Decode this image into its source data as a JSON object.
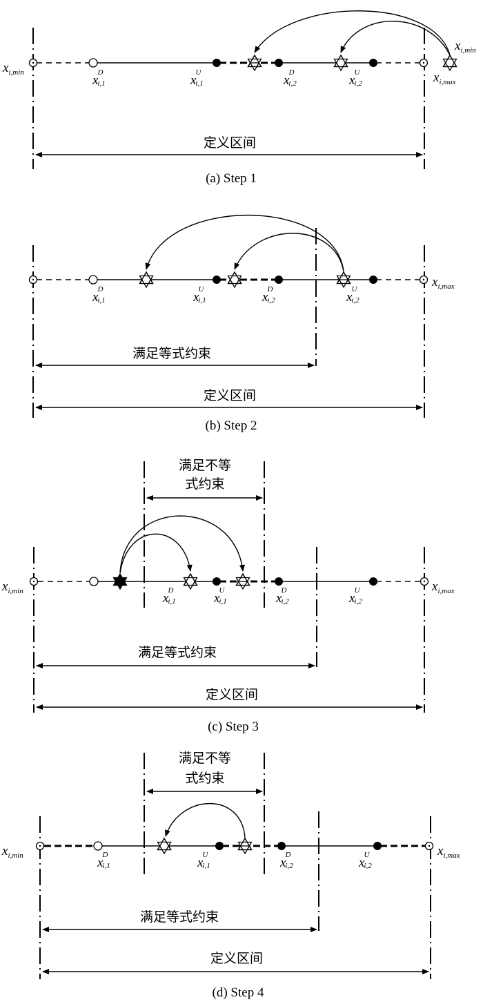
{
  "panels": [
    {
      "caption": "(a) Step 1",
      "domain_label": "定义区间",
      "equality_label": "",
      "inequality_label_lines": [],
      "xmin_label": {
        "base": "x",
        "sub": "i,min"
      },
      "xmax_label": {
        "base": "x",
        "sub": "i,max"
      },
      "moving_star_label": {
        "base": "x",
        "sub": "i,min"
      },
      "points": {
        "d1": {
          "base": "x",
          "sup": "D",
          "sub": "i,1"
        },
        "u1": {
          "base": "x",
          "sup": "U",
          "sub": "i,1"
        },
        "d2": {
          "base": "x",
          "sup": "D",
          "sub": "i,2"
        },
        "u2": {
          "base": "x",
          "sup": "U",
          "sub": "i,2"
        }
      }
    },
    {
      "caption": "(b) Step 2",
      "domain_label": "定义区间",
      "equality_label": "满足等式约束",
      "inequality_label_lines": [],
      "xmax_label": {
        "base": "x",
        "sub": "i,max"
      },
      "points": {
        "d1": {
          "base": "x",
          "sup": "D",
          "sub": "i,1"
        },
        "u1": {
          "base": "x",
          "sup": "U",
          "sub": "i,1"
        },
        "d2": {
          "base": "x",
          "sup": "D",
          "sub": "i,2"
        },
        "u2": {
          "base": "x",
          "sup": "U",
          "sub": "i,2"
        }
      }
    },
    {
      "caption": "(c) Step 3",
      "domain_label": "定义区间",
      "equality_label": "满足等式约束",
      "inequality_label_lines": [
        "满足不等",
        "式约束"
      ],
      "xmin_label": {
        "base": "x",
        "sub": "i,min"
      },
      "xmax_label": {
        "base": "x",
        "sub": "i,max"
      },
      "points": {
        "d1": {
          "base": "x",
          "sup": "D",
          "sub": "i,1"
        },
        "u1": {
          "base": "x",
          "sup": "U",
          "sub": "i,1"
        },
        "d2": {
          "base": "x",
          "sup": "D",
          "sub": "i,2"
        },
        "u2": {
          "base": "x",
          "sup": "U",
          "sub": "i,2"
        }
      }
    },
    {
      "caption": "(d) Step 4",
      "domain_label": "定义区间",
      "equality_label": "满足等式约束",
      "inequality_label_lines": [
        "满足不等",
        "式约束"
      ],
      "xmin_label": {
        "base": "x",
        "sub": "i,min"
      },
      "xmax_label": {
        "base": "x",
        "sub": "i,max"
      },
      "points": {
        "d1": {
          "base": "x",
          "sup": "D",
          "sub": "i,1"
        },
        "u1": {
          "base": "x",
          "sup": "U",
          "sub": "i,1"
        },
        "d2": {
          "base": "x",
          "sup": "D",
          "sub": "i,2"
        },
        "u2": {
          "base": "x",
          "sup": "U",
          "sub": "i,2"
        }
      }
    }
  ]
}
